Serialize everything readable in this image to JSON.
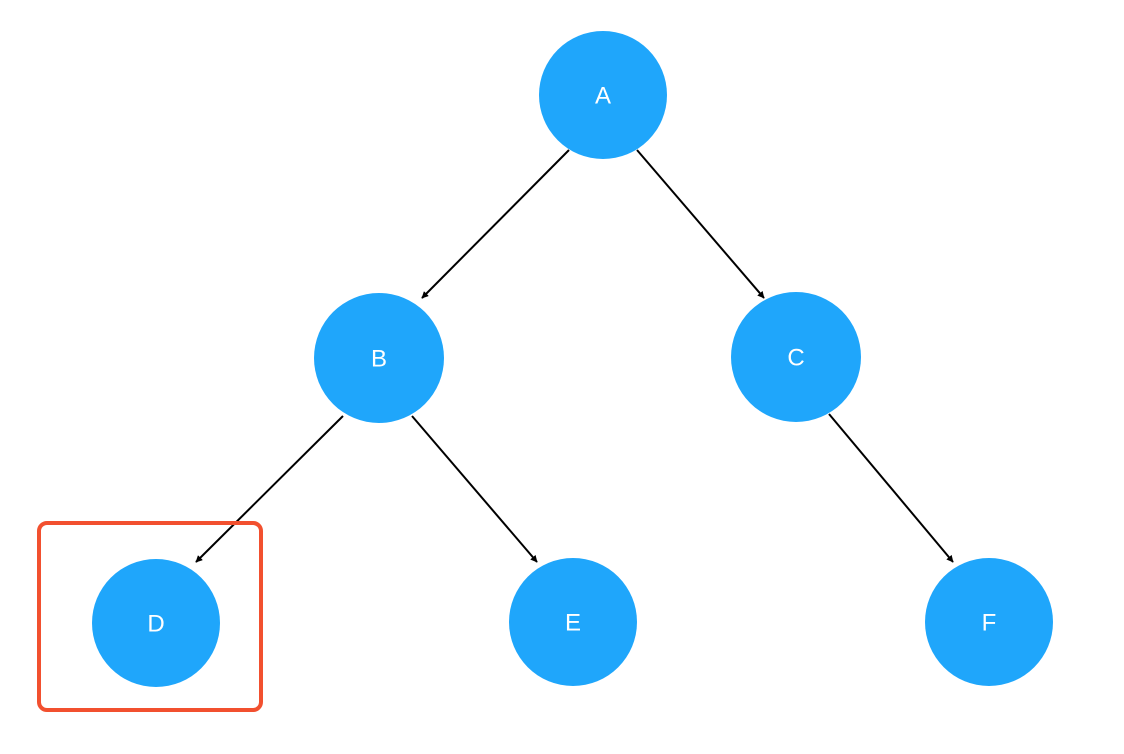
{
  "colors": {
    "node_fill": "#1fa6fb",
    "node_text": "#ffffff",
    "edge": "#000000",
    "highlight": "#f2502f"
  },
  "tree": {
    "nodes": [
      {
        "id": "a",
        "label": "A"
      },
      {
        "id": "b",
        "label": "B"
      },
      {
        "id": "c",
        "label": "C"
      },
      {
        "id": "d",
        "label": "D"
      },
      {
        "id": "e",
        "label": "E"
      },
      {
        "id": "f",
        "label": "F"
      }
    ],
    "edges": [
      {
        "from": "A",
        "to": "B"
      },
      {
        "from": "A",
        "to": "C"
      },
      {
        "from": "B",
        "to": "D"
      },
      {
        "from": "B",
        "to": "E"
      },
      {
        "from": "C",
        "to": "F"
      }
    ],
    "highlighted_node": "D"
  }
}
